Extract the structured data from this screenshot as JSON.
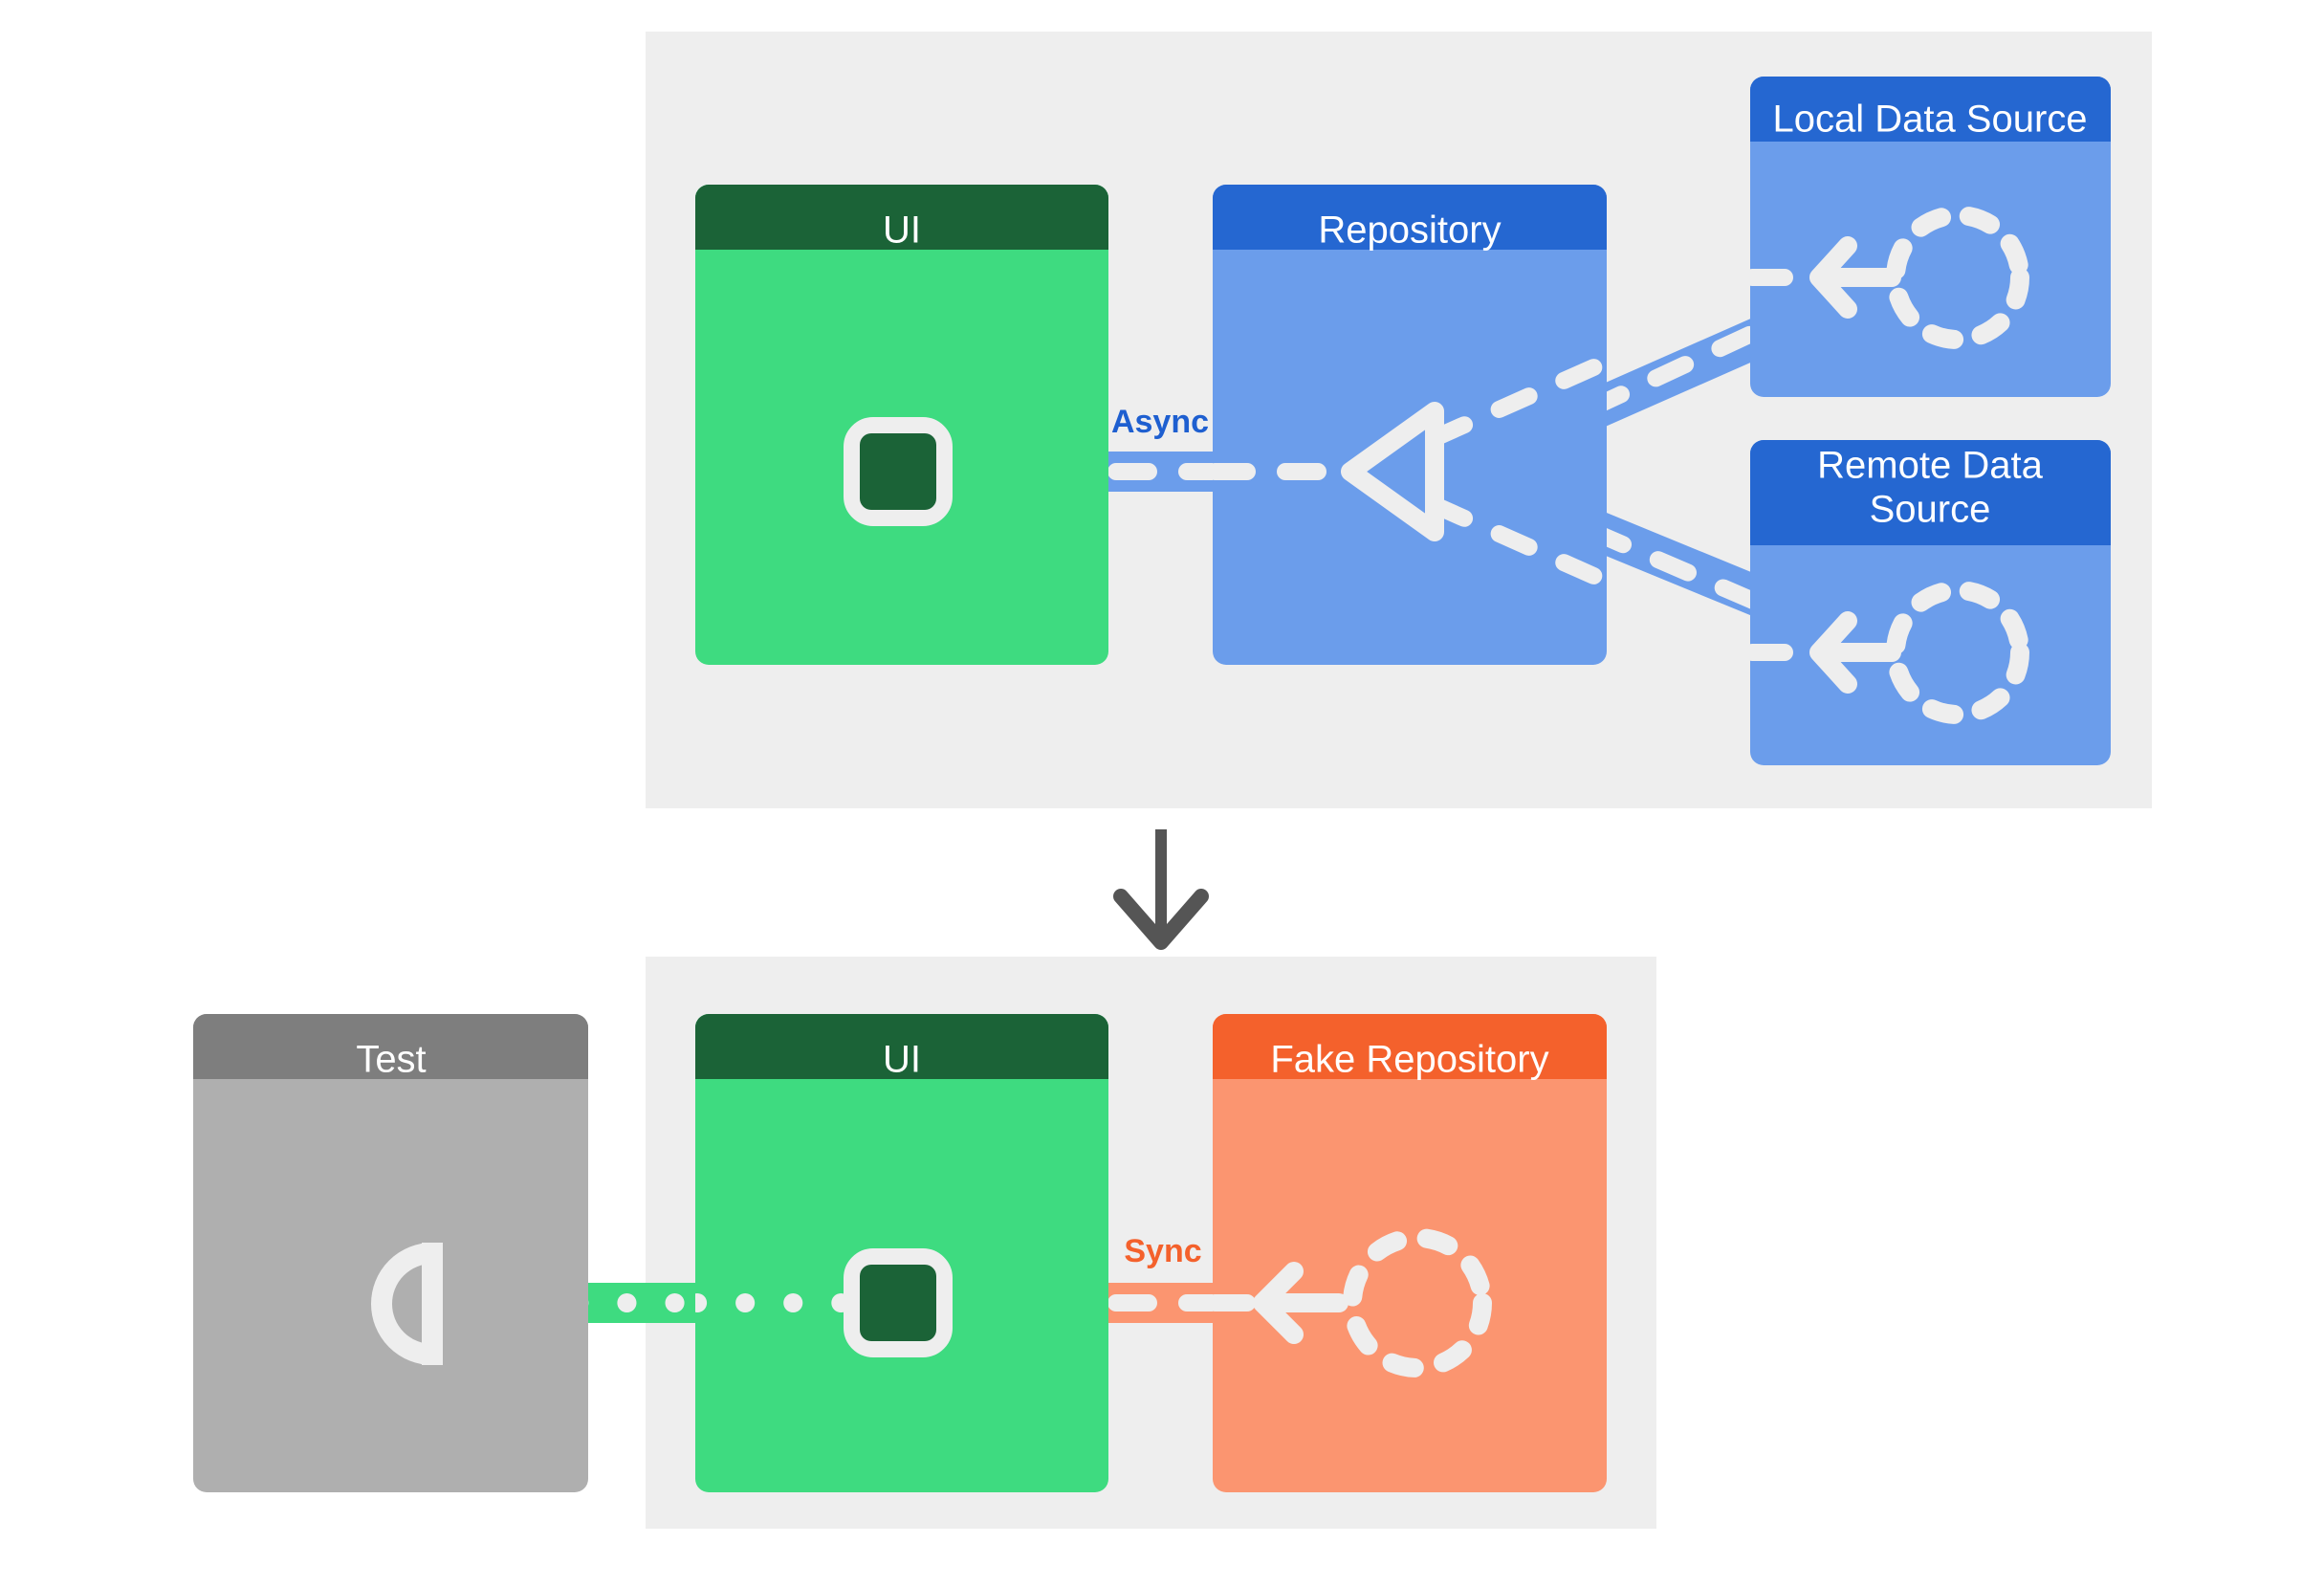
{
  "diagram": {
    "title_visible": false,
    "background": "#ffffff",
    "panel_color": "#eeeeee",
    "flow_arrow": {
      "name": "down-arrow",
      "color": "#555555",
      "direction": "down"
    }
  },
  "palette": {
    "green_header": "#1b6337",
    "green_body": "#3edb80",
    "blue_header": "#2567d1",
    "blue_body": "#6b9deb",
    "orange_header": "#f4612c",
    "orange_body": "#fb9570",
    "gray_header": "#7e7e7e",
    "gray_body": "#afafaf",
    "connector_white": "#eeeeee",
    "async_label_color": "#1e5fd0",
    "sync_label_color": "#f4612c"
  },
  "production": {
    "panel_name": "production-panel",
    "nodes": [
      {
        "id": "ui",
        "label": "UI",
        "header_color": "#1b6337",
        "body_color": "#3edb80"
      },
      {
        "id": "repository",
        "label": "Repository",
        "header_color": "#2567d1",
        "body_color": "#6b9deb"
      },
      {
        "id": "local-data-source",
        "label": "Local Data Source",
        "header_color": "#2567d1",
        "body_color": "#6b9deb"
      },
      {
        "id": "remote-data-source",
        "label": "Remote Data\nSource",
        "label_line1": "Remote Data",
        "label_line2": "Source",
        "header_color": "#2567d1",
        "body_color": "#6b9deb"
      }
    ],
    "edges": [
      {
        "id": "ui-to-repository",
        "label": "Async",
        "color": "#6b9deb",
        "style": "dashed",
        "label_color": "#1e5fd0"
      },
      {
        "id": "repository-to-local",
        "label": "",
        "color": "#6b9deb",
        "style": "dashed"
      },
      {
        "id": "repository-to-remote",
        "label": "",
        "color": "#6b9deb",
        "style": "dashed"
      }
    ]
  },
  "test": {
    "panel_name": "test-panel",
    "nodes": [
      {
        "id": "test",
        "label": "Test",
        "header_color": "#7e7e7e",
        "body_color": "#afafaf"
      },
      {
        "id": "ui",
        "label": "UI",
        "header_color": "#1b6337",
        "body_color": "#3edb80"
      },
      {
        "id": "fake-repository",
        "label": "Fake Repository",
        "header_color": "#f4612c",
        "body_color": "#fb9570"
      }
    ],
    "edges": [
      {
        "id": "test-to-ui",
        "label": "",
        "color": "#3edb80",
        "style": "dotted"
      },
      {
        "id": "ui-to-fake-repository",
        "label": "Sync",
        "color": "#fb9570",
        "style": "dashed",
        "label_color": "#f4612c"
      }
    ]
  }
}
